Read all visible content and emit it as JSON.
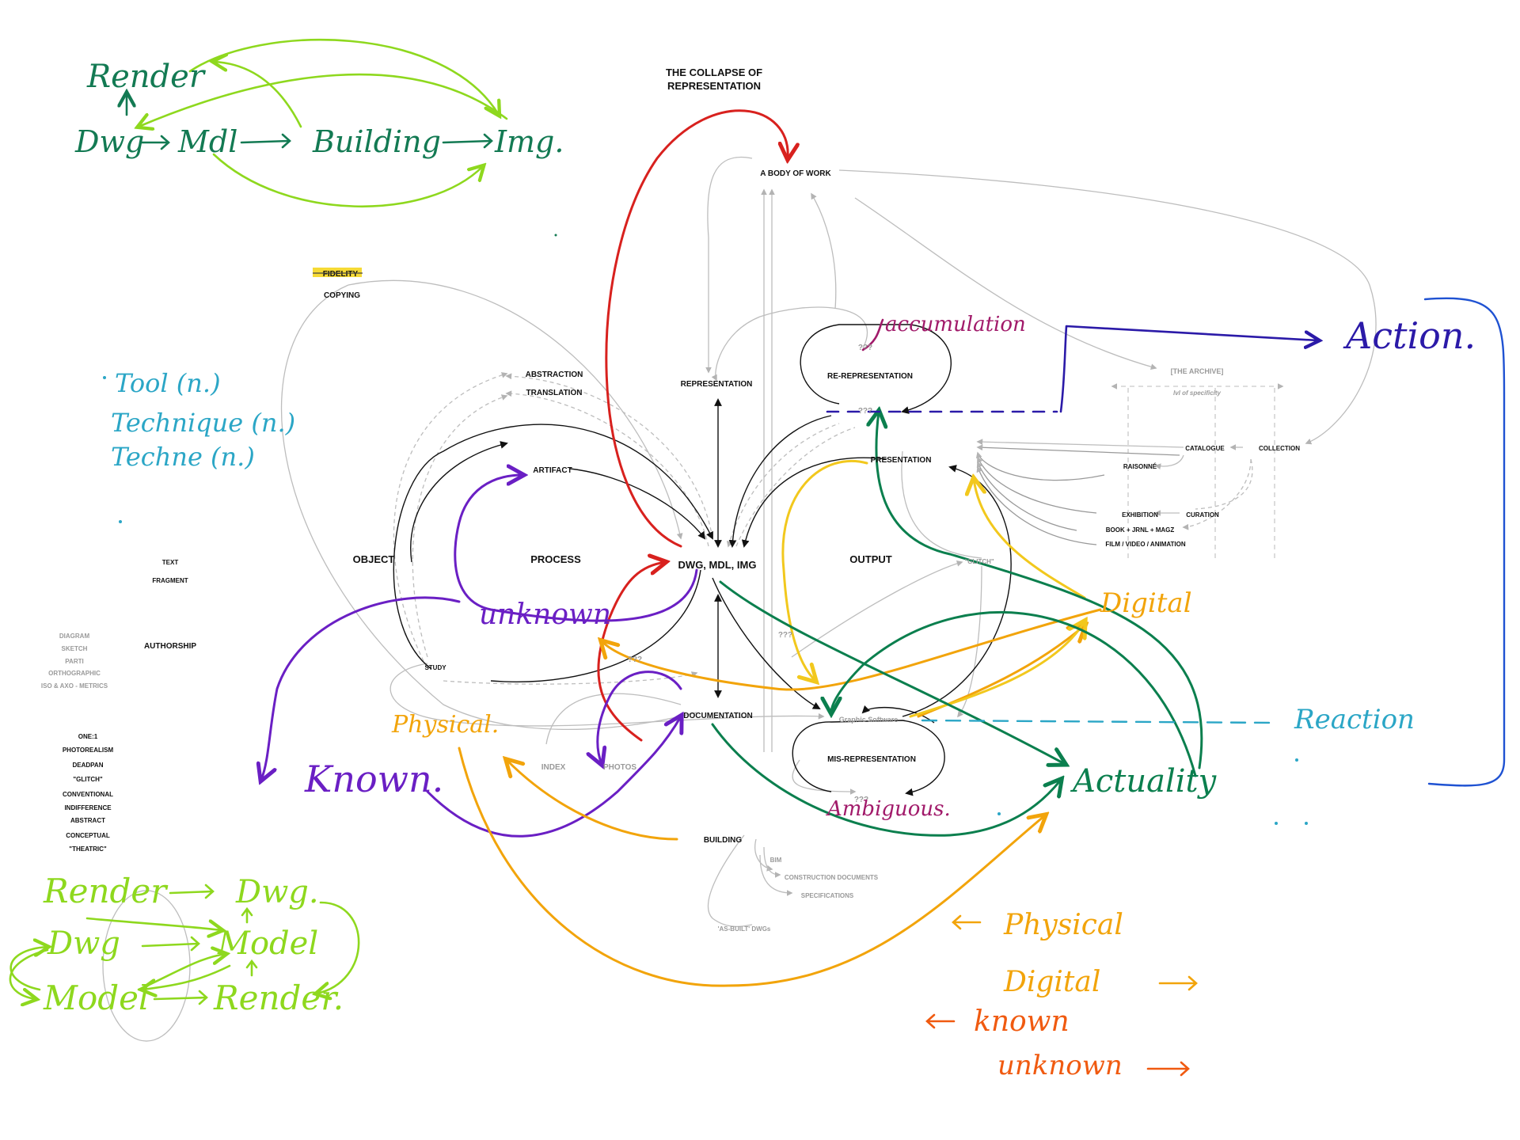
{
  "title": "THE COLLAPSE OF REPRESENTATION",
  "colors": {
    "black": "#111111",
    "grey": "#b3b3b3",
    "red": "#d8211e",
    "purple": "#6a1fc4",
    "orange": "#f2a40b",
    "yellow": "#f2c81d",
    "green": "#0b7f4e",
    "dark_green": "#137a53",
    "lime": "#8ed81e",
    "cyan": "#2ba6c6",
    "blue": "#1f52d2",
    "navy": "#2b1aa8",
    "magenta": "#a11a6a",
    "orange_red": "#f05a10"
  },
  "nodes": {
    "title_line1": "THE COLLAPSE OF",
    "title_line2": "REPRESENTATION",
    "body_of_work": "A BODY OF WORK",
    "copying": "COPYING",
    "struck_word": "FIDELITY",
    "abstraction": "ABSTRACTION",
    "translation": "TRANSLATION",
    "representation": "REPRESENTATION",
    "re_representation": "RE-REPRESENTATION",
    "artifact": "ARTIFACT",
    "object": "OBJECT",
    "process": "PROCESS",
    "hub": "DWG, MDL, IMG",
    "output": "OUTPUT",
    "presentation": "PRESENTATION",
    "study": "STUDY",
    "documentation": "DOCUMENTATION",
    "index": "INDEX",
    "photos": "PHOTOS",
    "graphic_software": "Graphic Software",
    "mis_representation": "MIS-REPRESENTATION",
    "building": "BUILDING",
    "bim": "BIM",
    "construction_documents": "CONSTRUCTION DOCUMENTS",
    "specifications": "SPECIFICATIONS",
    "as_built": "'AS-BUILT' DWGs",
    "the_archive": "[THE ARCHIVE]",
    "lvl_specificity": "lvl of specificity",
    "catalogue": "CATALOGUE",
    "collection": "COLLECTION",
    "raisonne": "RAISONNÉ",
    "exhibition": "EXHIBITION",
    "curation": "CURATION",
    "book": "BOOK + JRNL + MAGZ",
    "film": "FILM / VIDEO / ANIMATION",
    "glitch_node": "\"GLITCH\"",
    "q1": "???",
    "q2": "???",
    "q3": "???",
    "q4": "???",
    "q5": "???",
    "text": "TEXT",
    "fragment": "FRAGMENT",
    "authorship": "AUTHORSHIP"
  },
  "grey_list": [
    "DIAGRAM",
    "SKETCH",
    "PARTI",
    "ORTHOGRAPHIC",
    "ISO & AXO - METRICS"
  ],
  "style_list": [
    "ONE:1",
    "PHOTOREALISM",
    "DEADPAN",
    "\"GLITCH\"",
    "CONVENTIONAL",
    "INDIFFERENCE",
    "ABSTRACT",
    "CONCEPTUAL",
    "\"THEATRIC\""
  ],
  "handwriting": {
    "render_top": "Render",
    "dwg_top": "Dwg",
    "mdl_top": "Mdl",
    "building_top": "Building",
    "img_top": "Img.",
    "tool": "Tool (n.)",
    "technique": "Technique (n.)",
    "techne": "Techne (n.)",
    "unknown_mid": "unknown",
    "known_mid": "Known.",
    "physical_mid": "Physical.",
    "digital_mid": "Digital",
    "accumulation": "accumulation",
    "action": "Action.",
    "reaction": "Reaction",
    "actuality": "Actuality",
    "ambiguous": "Ambiguous.",
    "render_b1": "Render",
    "dwg_b1": "Dwg.",
    "dwg_b2": "Dwg",
    "model_b1": "Model",
    "model_b2": "Model",
    "render_b2": "Render.",
    "physical_leg": "Physical",
    "digital_leg": "Digital",
    "known_leg": "known",
    "unknown_leg": "unknown"
  }
}
